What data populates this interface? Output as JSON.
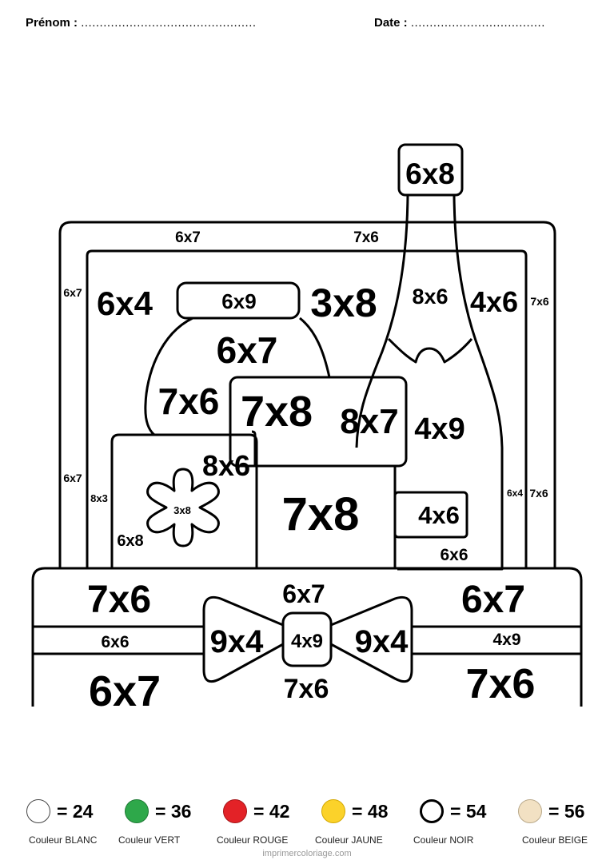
{
  "header": {
    "name_label": "Prénom :",
    "name_dots": "...............................................",
    "date_label": "Date :",
    "date_dots": "...................................."
  },
  "zones": {
    "frame_top_left": "6x7",
    "frame_top_right": "7x6",
    "frame_left_upper": "6x7",
    "frame_left_lower": "6x7",
    "frame_right_upper": "7x6",
    "frame_right_lower": "7x6",
    "bottle_cap": "6x8",
    "bottle_neck": "8x6",
    "bottle_body": "4x9",
    "bg_top_left": "6x4",
    "bg_between": "3x8",
    "bg_right_of_bottle": "4x6",
    "bg_low_left": "8x3",
    "jar_lid": "6x9",
    "jar_top": "6x7",
    "jar_side": "7x6",
    "box_top_left": "7x8",
    "box_top_right": "8x7",
    "box_front": "7x8",
    "small_label": "4x6",
    "under_label": "6x6",
    "bottle_thin_edge": "6x4",
    "gift_top": "8x6",
    "gift_bottom_left": "6x8",
    "gift_star": "3x8",
    "basket_top_left": "7x6",
    "basket_top_center": "6x7",
    "basket_top_right": "6x7",
    "band_left": "6x6",
    "band_right": "4x9",
    "basket_bottom_left": "6x7",
    "basket_bottom_center": "7x6",
    "basket_bottom_right": "7x6",
    "bow_left": "9x4",
    "bow_knot": "4x9",
    "bow_right": "9x4"
  },
  "legend": [
    {
      "result": "= 24",
      "caption": "Couleur BLANC",
      "color": "#ffffff"
    },
    {
      "result": "= 36",
      "caption": "Couleur VERT",
      "color": "#2ea84a"
    },
    {
      "result": "= 42",
      "caption": "Couleur ROUGE",
      "color": "#e32227"
    },
    {
      "result": "= 48",
      "caption": "Couleur JAUNE",
      "color": "#fbd22a"
    },
    {
      "result": "= 54",
      "caption": "Couleur NOIR",
      "color": "#ffffff"
    },
    {
      "result": "= 56",
      "caption": "Couleur BEIGE",
      "color": "#f2e1c3"
    }
  ],
  "footer": "imprimercoloriage.com"
}
